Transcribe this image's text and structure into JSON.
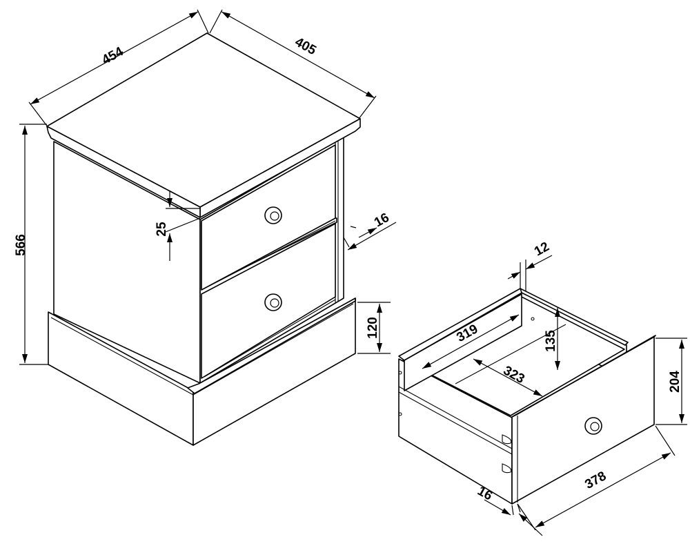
{
  "dimensions": {
    "cabinet_depth": "454",
    "cabinet_width": "405",
    "cabinet_height": "566",
    "top_thickness": "25",
    "side_thickness": "16",
    "plinth_height": "120",
    "drawer_wall": "12",
    "drawer_inner_width": "319",
    "drawer_inner_depth": "323",
    "drawer_inner_height": "135",
    "drawer_front_height": "204",
    "drawer_front_width": "378",
    "drawer_front_thickness": "16"
  }
}
